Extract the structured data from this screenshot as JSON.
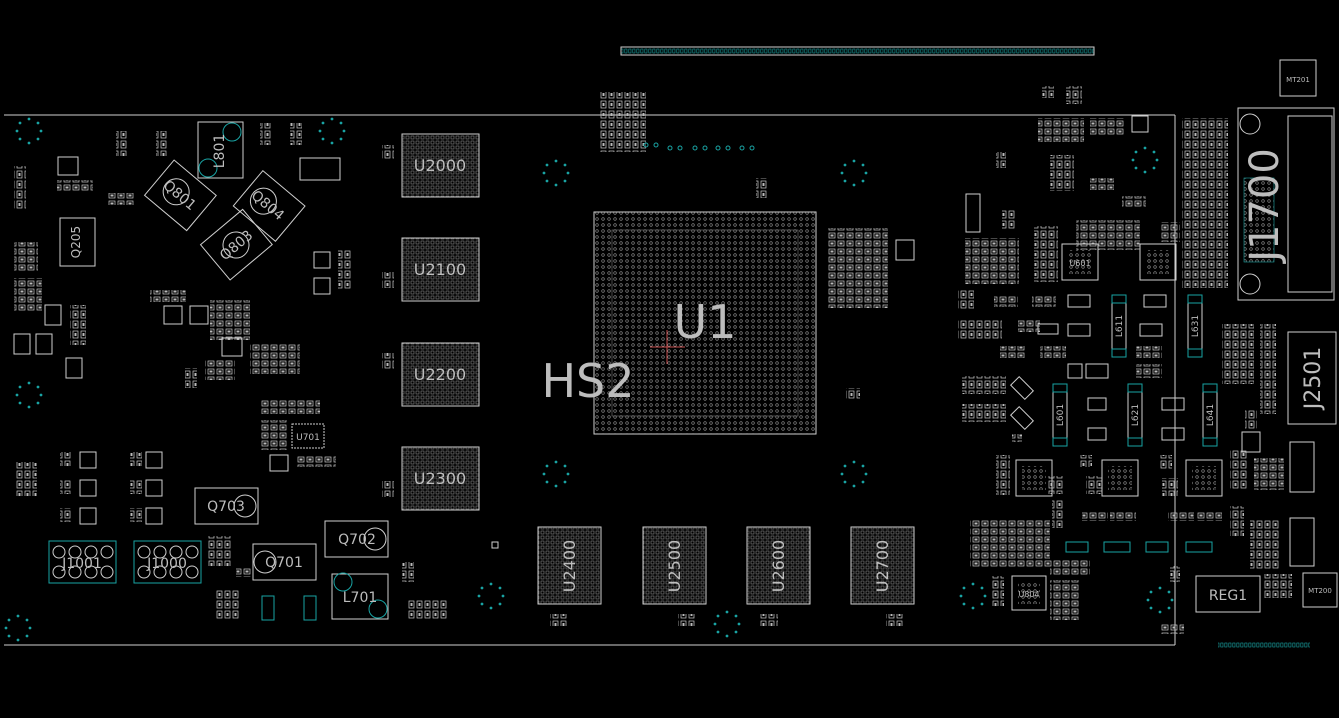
{
  "colors": {
    "background": "#000000",
    "outline": "#cfcfcf",
    "label": "#bdbdbd",
    "pad_accent": "#19a3a3",
    "origin_marker": "#c85050"
  },
  "labels": {
    "gpu": "U1",
    "heatsink": "HS2",
    "u2000": "U2000",
    "u2100": "U2100",
    "u2200": "U2200",
    "u2300": "U2300",
    "u2400": "U2400",
    "u2500": "U2500",
    "u2600": "U2600",
    "u2700": "U2700",
    "q801": "Q801",
    "q803": "Q803",
    "q804": "Q804",
    "q205": "Q205",
    "q703": "Q703",
    "q702": "Q702",
    "q701": "Q701",
    "l801": "L801",
    "l701": "L701",
    "l601": "L601",
    "l611": "L611",
    "l621": "L621",
    "l631": "L631",
    "l641": "L641",
    "j1001": "J1001",
    "j1000": "J1000",
    "j1700": "J1700",
    "j2501": "J2501",
    "reg1": "REG1",
    "mt201": "MT201",
    "mt200": "MT200",
    "u701": "U701",
    "u601": "U601",
    "u804": "U804"
  }
}
